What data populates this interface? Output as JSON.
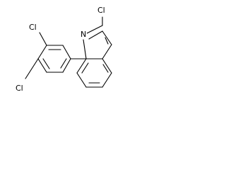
{
  "molecule": {
    "atoms": {
      "cl_top": "Cl",
      "n": "N",
      "cl_left": "Cl",
      "cl_bottom": "Cl"
    }
  },
  "colors": {
    "background": "#ffffff",
    "bond": "#000000",
    "text": "#000000"
  }
}
